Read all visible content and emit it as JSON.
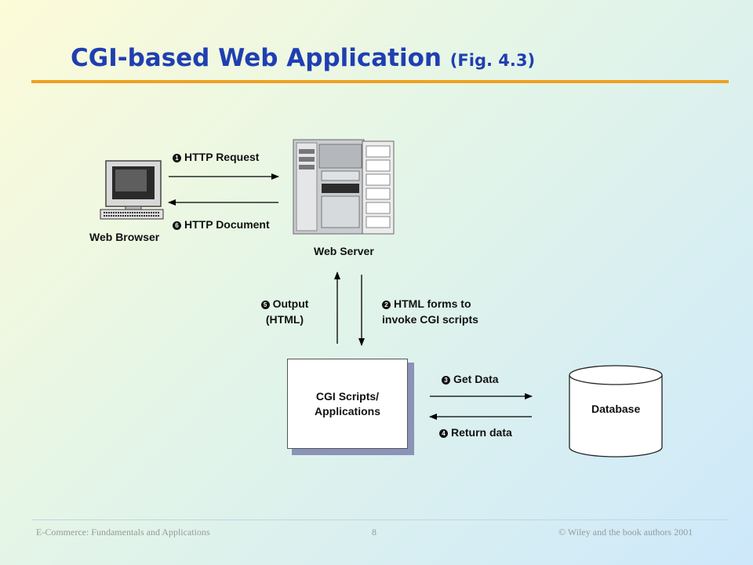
{
  "title": {
    "main": "CGI-based Web Application",
    "sub": "(Fig. 4.3)"
  },
  "nodes": {
    "web_browser": "Web Browser",
    "web_server": "Web Server",
    "cgi": [
      "CGI Scripts/",
      "Applications"
    ],
    "database": "Database"
  },
  "steps": {
    "s1": {
      "num": "1",
      "text": "HTTP Request"
    },
    "s2": {
      "num": "2",
      "lines": [
        "HTML forms to",
        "invoke CGI scripts"
      ]
    },
    "s3": {
      "num": "3",
      "text": "Get Data"
    },
    "s4": {
      "num": "4",
      "text": "Return data"
    },
    "s5": {
      "num": "5",
      "lines": [
        "Output",
        "(HTML)"
      ]
    },
    "s6": {
      "num": "6",
      "text": "HTTP Document"
    }
  },
  "footer": {
    "left": "E-Commerce: Fundamentals and Applications",
    "page": "8",
    "right": "Wiley  and the book authors 2001",
    "right_symbol": "©"
  },
  "colors": {
    "title": "#1f3fb2",
    "rule": "#f0a020"
  }
}
